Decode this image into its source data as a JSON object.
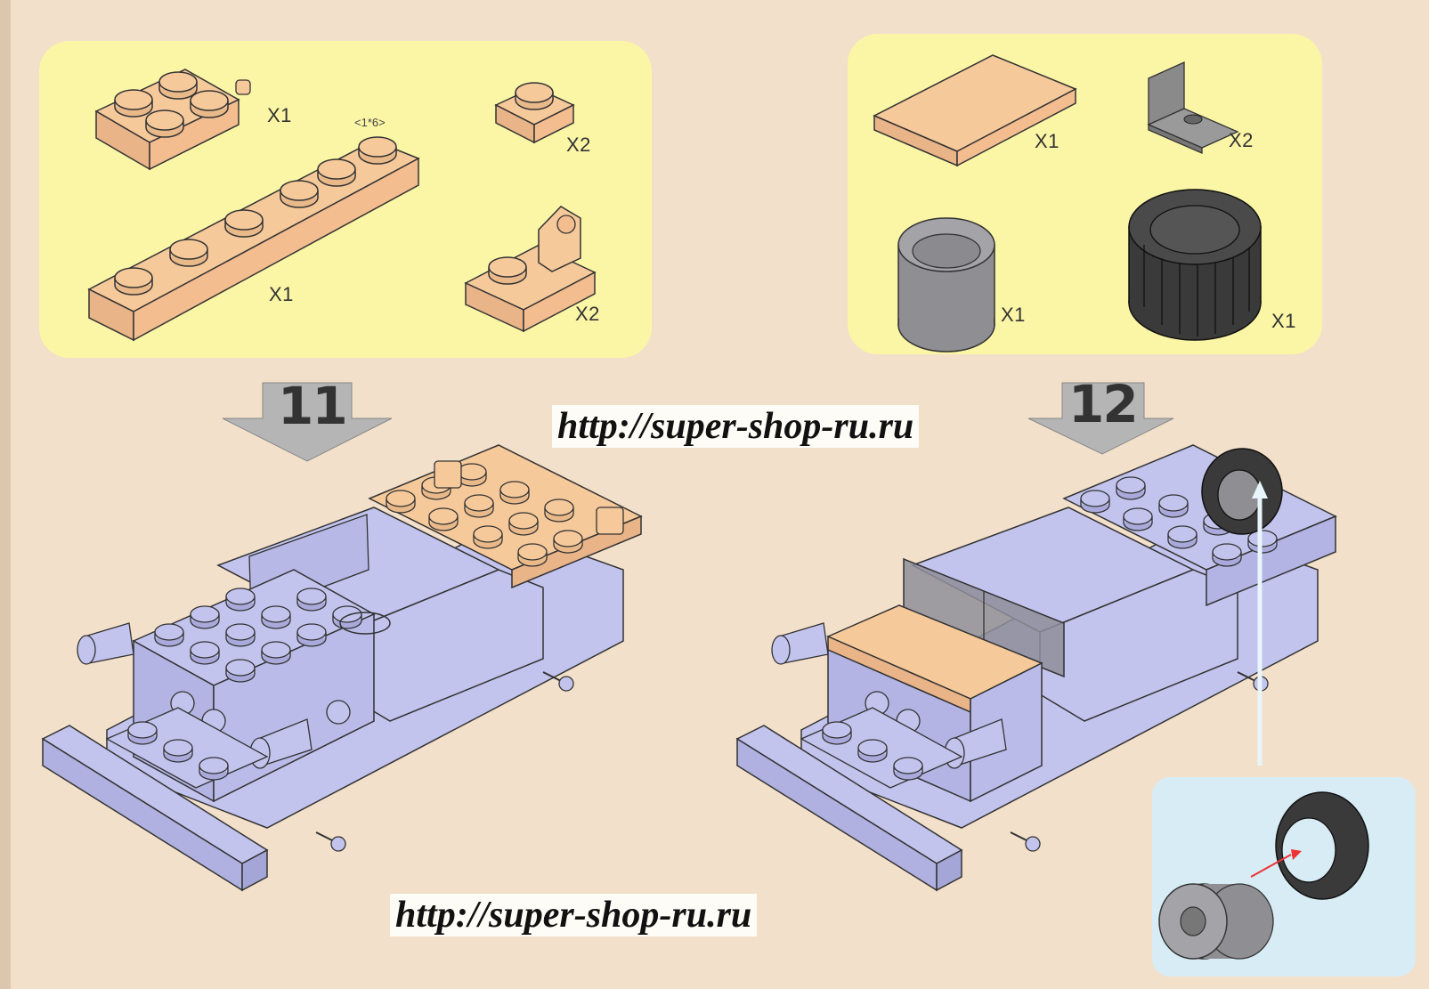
{
  "watermark": {
    "top": "http://super-shop-ru.ru",
    "bottom": "http://super-shop-ru.ru"
  },
  "step11": {
    "number": "11",
    "parts": [
      {
        "name": "plate-2x2-with-pin",
        "qty": "X1"
      },
      {
        "name": "plate-1x6",
        "qty": "X1",
        "label": "<1*6>"
      },
      {
        "name": "plate-1x1",
        "qty": "X2"
      },
      {
        "name": "hinge-plate",
        "qty": "X2"
      }
    ]
  },
  "step12": {
    "number": "12",
    "parts": [
      {
        "name": "tile-2x4",
        "qty": "X1"
      },
      {
        "name": "windscreen-panel",
        "qty": "X2"
      },
      {
        "name": "wheel-rim",
        "qty": "X1"
      },
      {
        "name": "tire",
        "qty": "X1"
      }
    ]
  },
  "colors": {
    "page": "#f3e0ca",
    "parts_panel": "#fbf6a6",
    "new_part": "#f6c99b",
    "model": "#c3c4ee",
    "tire": "#3a3a3a",
    "inset": "#d7ecf5",
    "arrow": "#a9a9a9"
  }
}
